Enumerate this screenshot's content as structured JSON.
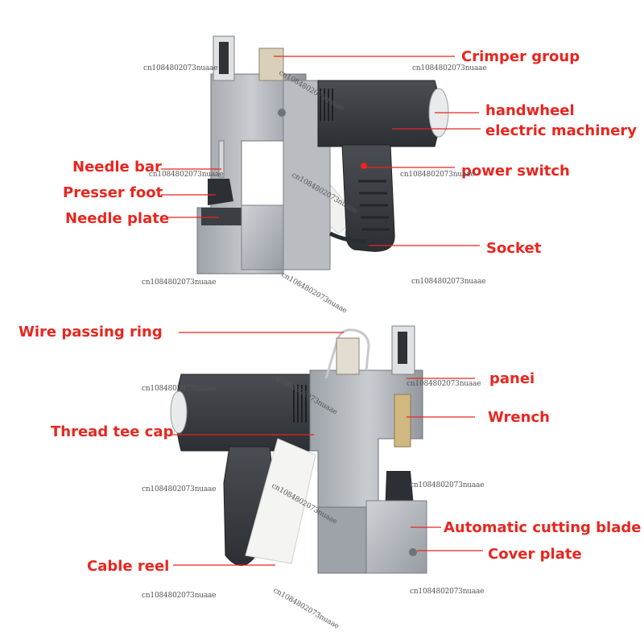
{
  "colors": {
    "label": "#e8261f",
    "leader": "#e8261f",
    "machine_gray": "#a7acb2",
    "machine_dark": "#3b3f44",
    "machine_light": "#dcdfe3",
    "thread": "#f4f4f2"
  },
  "top_view": {
    "labels": [
      {
        "id": "crimper-group",
        "text": "Crimper group"
      },
      {
        "id": "handwheel",
        "text": "handwheel"
      },
      {
        "id": "electric-machinery",
        "text": "electric machinery"
      },
      {
        "id": "power-switch",
        "text": "power switch"
      },
      {
        "id": "socket",
        "text": "Socket"
      },
      {
        "id": "needle-bar",
        "text": "Needle bar"
      },
      {
        "id": "presser-foot",
        "text": "Presser foot"
      },
      {
        "id": "needle-plate",
        "text": "Needle plate"
      }
    ]
  },
  "bottom_view": {
    "labels": [
      {
        "id": "wire-passing-ring",
        "text": "Wire passing ring"
      },
      {
        "id": "panel",
        "text": "panei"
      },
      {
        "id": "wrench",
        "text": "Wrench"
      },
      {
        "id": "thread-tee-cap",
        "text": "Thread tee cap"
      },
      {
        "id": "automatic-cutting-blade",
        "text": "Automatic cutting blade"
      },
      {
        "id": "cover-plate",
        "text": "Cover plate"
      },
      {
        "id": "cable-reel",
        "text": "Cable reel"
      }
    ]
  },
  "watermark": {
    "text": "cn1084802073nuaae"
  }
}
